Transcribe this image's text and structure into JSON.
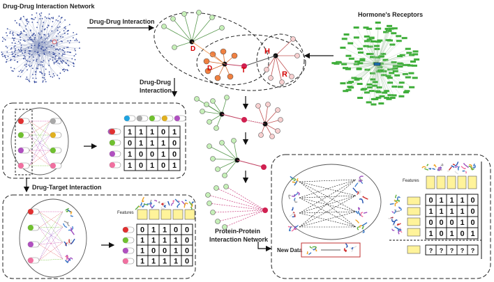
{
  "labels": {
    "ddi_network": "Drug-Drug Interaction Network",
    "ddi_arrow": "Drug-Drug Interaction",
    "hormone": "Hormone's Receptors",
    "ddi_side_1": "Drug-Drug",
    "ddi_side_2": "Interaction",
    "dti": "Drug-Target Interaction",
    "ppi_1": "Protein-Protein",
    "ppi_2": "Interaction Network",
    "features_1": "Features",
    "features_2": "Features",
    "new_data": "New Data"
  },
  "node_letters": {
    "D1": "D",
    "D2": "D",
    "T": "T",
    "H": "H",
    "R": "R"
  },
  "matrix_ddi": [
    [
      "1",
      "1",
      "1",
      "0",
      "1"
    ],
    [
      "0",
      "1",
      "1",
      "1",
      "0"
    ],
    [
      "1",
      "0",
      "0",
      "1",
      "0"
    ],
    [
      "1",
      "0",
      "1",
      "0",
      "1"
    ]
  ],
  "matrix_dti": [
    [
      "0",
      "1",
      "1",
      "0",
      "0"
    ],
    [
      "1",
      "1",
      "1",
      "1",
      "0"
    ],
    [
      "1",
      "0",
      "0",
      "1",
      "0"
    ],
    [
      "1",
      "1",
      "1",
      "1",
      "0"
    ]
  ],
  "matrix_ppi": [
    [
      "0",
      "1",
      "1",
      "1",
      "0"
    ],
    [
      "1",
      "1",
      "1",
      "1",
      "0"
    ],
    [
      "0",
      "0",
      "0",
      "1",
      "0"
    ],
    [
      "1",
      "0",
      "1",
      "0",
      "1"
    ]
  ],
  "matrix_new": [
    "?",
    "?",
    "?",
    "?",
    "?"
  ],
  "colors": {
    "accent_red": "#d40000",
    "network_blue": "#3a4fa0",
    "hormone_green": "#3fae3a",
    "pill_colors": [
      "#1fa3e0",
      "#a8a8a8",
      "#70c030",
      "#e0b020",
      "#b050c0",
      "#f070a0",
      "#e03030"
    ]
  }
}
